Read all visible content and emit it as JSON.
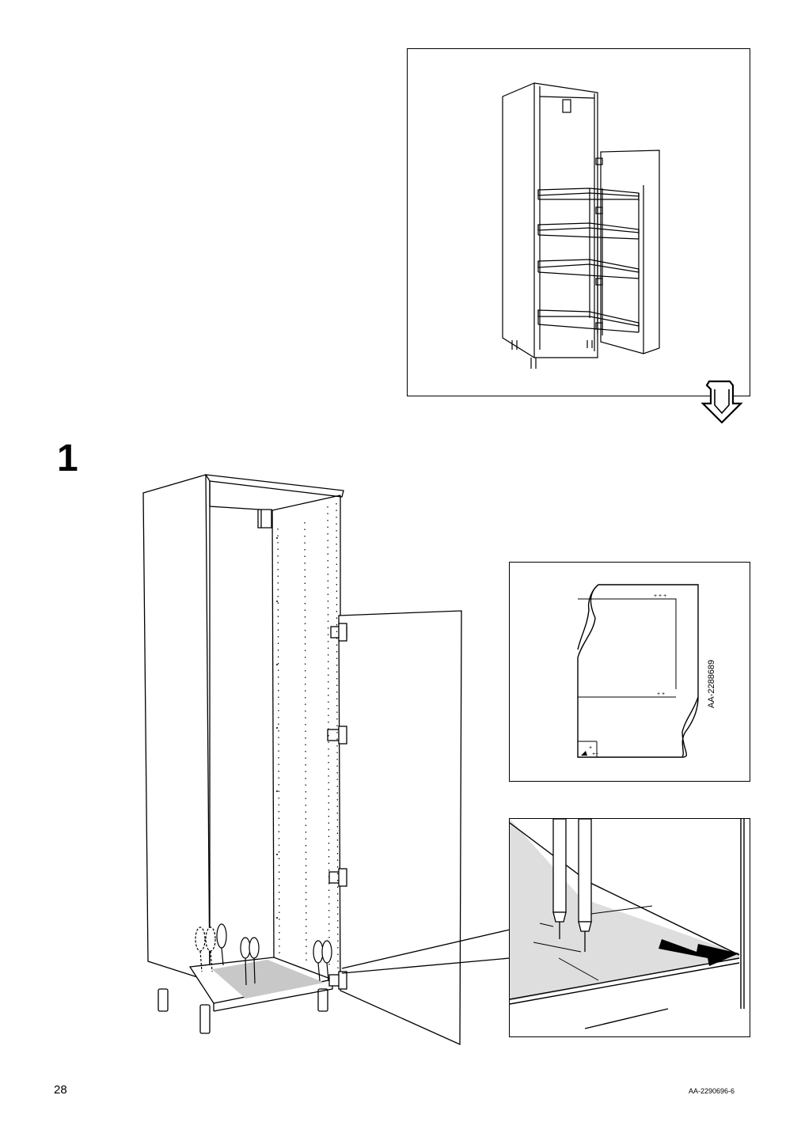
{
  "step": {
    "number": "1"
  },
  "overview": {
    "next_arrow_icon": "down-arrow-icon"
  },
  "template": {
    "code": "AA-2288689"
  },
  "footer": {
    "page_number": "28",
    "document_code": "AA-2290696-6"
  },
  "colors": {
    "line": "#000000",
    "floor_gray": "#c8c8c8",
    "light_gray": "#dedede"
  }
}
